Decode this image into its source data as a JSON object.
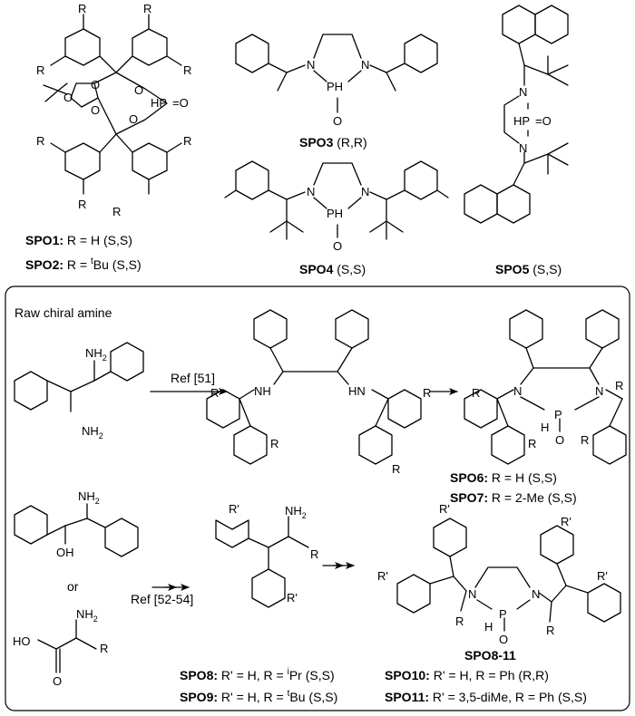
{
  "compounds": {
    "spo1": {
      "name": "SPO1:",
      "r": "R = H",
      "config": "(S,S)"
    },
    "spo2": {
      "name": "SPO2:",
      "r_pre": "R = ",
      "r_sup": "t",
      "r_post": "Bu",
      "config": "(S,S)"
    },
    "spo3": {
      "name": "SPO3",
      "config": "(R,R)"
    },
    "spo4": {
      "name": "SPO4",
      "config": "(S,S)"
    },
    "spo5": {
      "name": "SPO5",
      "config": "(S,S)"
    },
    "spo6": {
      "name": "SPO6:",
      "r": "R = H",
      "config": "(S,S)"
    },
    "spo7": {
      "name": "SPO7:",
      "r": "R = 2-Me",
      "config": "(S,S)"
    },
    "spo8": {
      "name": "SPO8:",
      "r_pre": "R' = H, R = ",
      "r_sup": "i",
      "r_post": "Pr",
      "config": "(S,S)"
    },
    "spo9": {
      "name": "SPO9:",
      "r_pre": "R' = H, R = ",
      "r_sup": "t",
      "r_post": "Bu",
      "config": "(S,S)"
    },
    "spo10": {
      "name": "SPO10:",
      "r": "R' = H, R = Ph",
      "config": "(R,R)"
    },
    "spo11": {
      "name": "SPO11:",
      "r": "R' = 3,5-diMe, R = Ph",
      "config": "(S,S)"
    },
    "spo811": {
      "name": "SPO8-11"
    }
  },
  "box": {
    "title": "Raw chiral  amine",
    "ref1": "Ref [51]",
    "ref2": "Ref [52-54]",
    "or": "or"
  },
  "atoms": {
    "R": "R",
    "Rp": "R'",
    "NH2": "NH",
    "sub2": "2",
    "OH": "OH",
    "HO": "HO",
    "O": "O",
    "N": "N",
    "NH": "NH",
    "HN": "HN",
    "PH": "PH",
    "HP": "HP",
    "P": "P",
    "H": "H",
    "eqO": "=O"
  }
}
